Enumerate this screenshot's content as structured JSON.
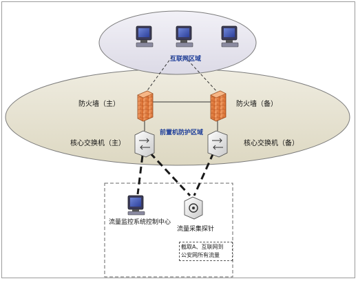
{
  "zones": {
    "internet": "互联网区域",
    "front": "前置机防护区域"
  },
  "devices": {
    "firewall_main": "防火墙（主）",
    "firewall_backup": "防火墙（备）",
    "core_switch_main": "核心交换机（主）",
    "core_switch_backup": "核心交换机（备）",
    "monitor_center": "流量监控系统控制中心",
    "probe": "流量采集探针"
  },
  "note": {
    "line1": "截取A、互联网到",
    "line2": "公安网所有流量"
  },
  "colors": {
    "internet_zone_fill": "#e6e4ee",
    "front_zone_fill": "#e8e4d2",
    "firewall": "#e8864a",
    "zone_label": "#1f3f9a"
  }
}
